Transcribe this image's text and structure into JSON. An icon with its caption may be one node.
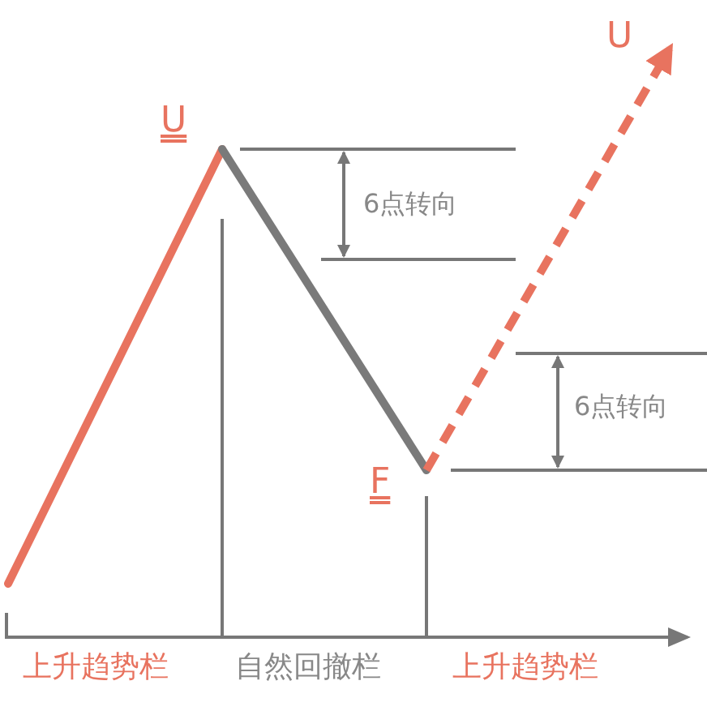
{
  "diagram": {
    "labels": [
      "U",
      "U",
      "6点转向",
      "6点转向",
      "F",
      "上升趋势栏",
      "自然回撤栏",
      "上升趋势栏"
    ]
  }
}
